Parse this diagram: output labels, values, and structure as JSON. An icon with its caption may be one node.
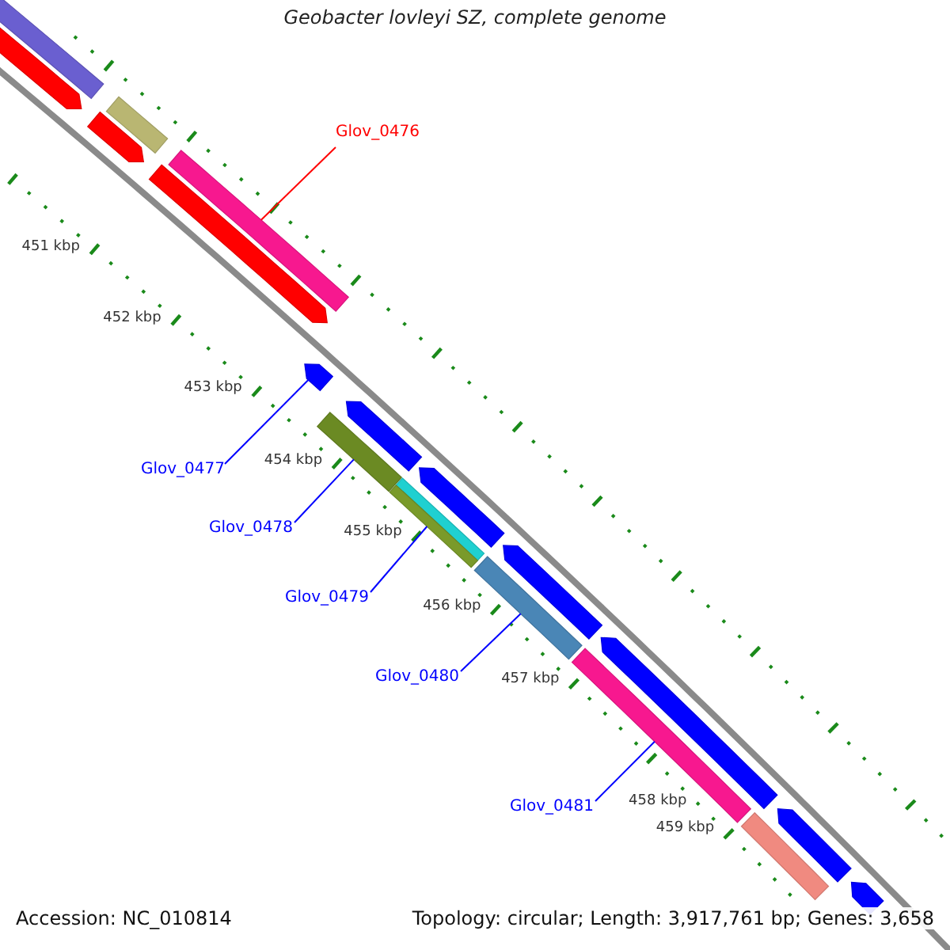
{
  "diagram": {
    "title": "Geobacter lovleyi SZ, complete genome",
    "nodes": [
      {
        "text": [],
        "shape": "bar"
      },
      {
        "text": [],
        "shape": "bar"
      },
      {
        "text": [],
        "shape": "bar"
      },
      {
        "text": [],
        "shape": "bar"
      },
      {
        "text": [],
        "shape": "bar"
      },
      {
        "text": [],
        "shape": "bar"
      },
      {
        "text": [],
        "shape": "bar"
      },
      {
        "text": [],
        "shape": "bar"
      },
      {
        "text": [],
        "shape": "bar"
      },
      {
        "text": [],
        "shape": "bar"
      },
      {
        "text": [],
        "shape": "bar"
      },
      {
        "text": [],
        "shape": "bar"
      },
      {
        "text": [],
        "shape": "bar"
      },
      {
        "text": [],
        "shape": "bar"
      },
      {
        "text": [],
        "shape": "bar"
      },
      {
        "text": [],
        "shape": "bar"
      },
      {
        "text": [],
        "shape": "bar"
      },
      {
        "text": [],
        "shape": "bar"
      },
      {
        "text": [],
        "shape": "bar"
      },
      {
        "text": [
          "Glov_0476"
        ]
      },
      {
        "text": [
          "Glov_0477"
        ]
      },
      {
        "text": [
          "Glov_0478"
        ]
      },
      {
        "text": [
          "Glov_0479"
        ]
      },
      {
        "text": [
          "Glov_0480"
        ]
      },
      {
        "text": [
          "Glov_0481"
        ]
      }
    ],
    "edges": [
      {
        "from": 19,
        "to": 2,
        "arrow": "none",
        "color": "#ff0000"
      },
      {
        "from": 20,
        "to": 6,
        "arrow": "none"
      },
      {
        "from": 21,
        "to": 13,
        "arrow": "none"
      },
      {
        "from": 22,
        "to": 15,
        "arrow": "none"
      },
      {
        "from": 23,
        "to": 16,
        "arrow": "none"
      },
      {
        "from": 24,
        "to": 17,
        "arrow": "none"
      }
    ],
    "labels": [
      "451 kbp",
      "452 kbp",
      "453 kbp",
      "454 kbp",
      "455 kbp",
      "456 kbp",
      "457 kbp",
      "458 kbp",
      "459 kbp",
      "Accession: NC_010814",
      "Topology: circular; Length: 3,917,761 bp; Genes: 3,658"
    ]
  }
}
